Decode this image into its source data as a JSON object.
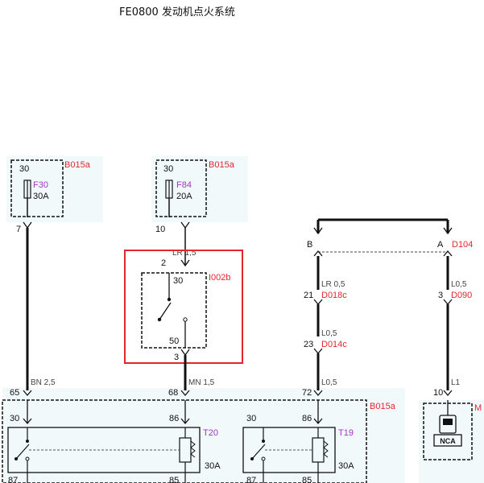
{
  "title": "FE0800 发动机点火系统",
  "fuses": [
    {
      "terminal": "30",
      "name": "F30",
      "rating": "30A",
      "module": "B015a",
      "pin": "7"
    },
    {
      "terminal": "30",
      "name": "F84",
      "rating": "20A",
      "module": "B015a",
      "pin": "10"
    }
  ],
  "switch": {
    "id": "I002b",
    "pin_in": "2",
    "pin_out": "3",
    "term_top": "30",
    "term_bottom": "50",
    "wire_in": "LR 1,5"
  },
  "connectors": {
    "left_b": "B",
    "right_a": "A",
    "right_a_id": "D104",
    "c21": "21",
    "c21_id": "D018c",
    "c21_wire": "LR 0,5",
    "c23": "23",
    "c23_id": "D014c",
    "c23_wire": "L0,5",
    "c3": "3",
    "c3_id": "D090",
    "c3_wire": "L0,5"
  },
  "bottom": {
    "module": "B015a",
    "p65": "65",
    "w65": "BN 2,5",
    "p68": "68",
    "w68": "MN 1,5",
    "p72": "72",
    "w72": "L0,5",
    "p10": "10",
    "w10": "L1",
    "right_module": "M",
    "nca": "NCA"
  },
  "relays": [
    {
      "name": "T20",
      "t30": "30",
      "t86": "86",
      "t87": "87",
      "t85": "85",
      "rating": "30A"
    },
    {
      "name": "T19",
      "t30": "30",
      "t86": "86",
      "t87": "87",
      "t85": "85",
      "rating": "30A"
    }
  ],
  "colors": {
    "module_label": "#e3262c",
    "fuse_name": "#a334c4",
    "highlight": "#e3262c",
    "zone_fill": "#f2f9fb"
  }
}
